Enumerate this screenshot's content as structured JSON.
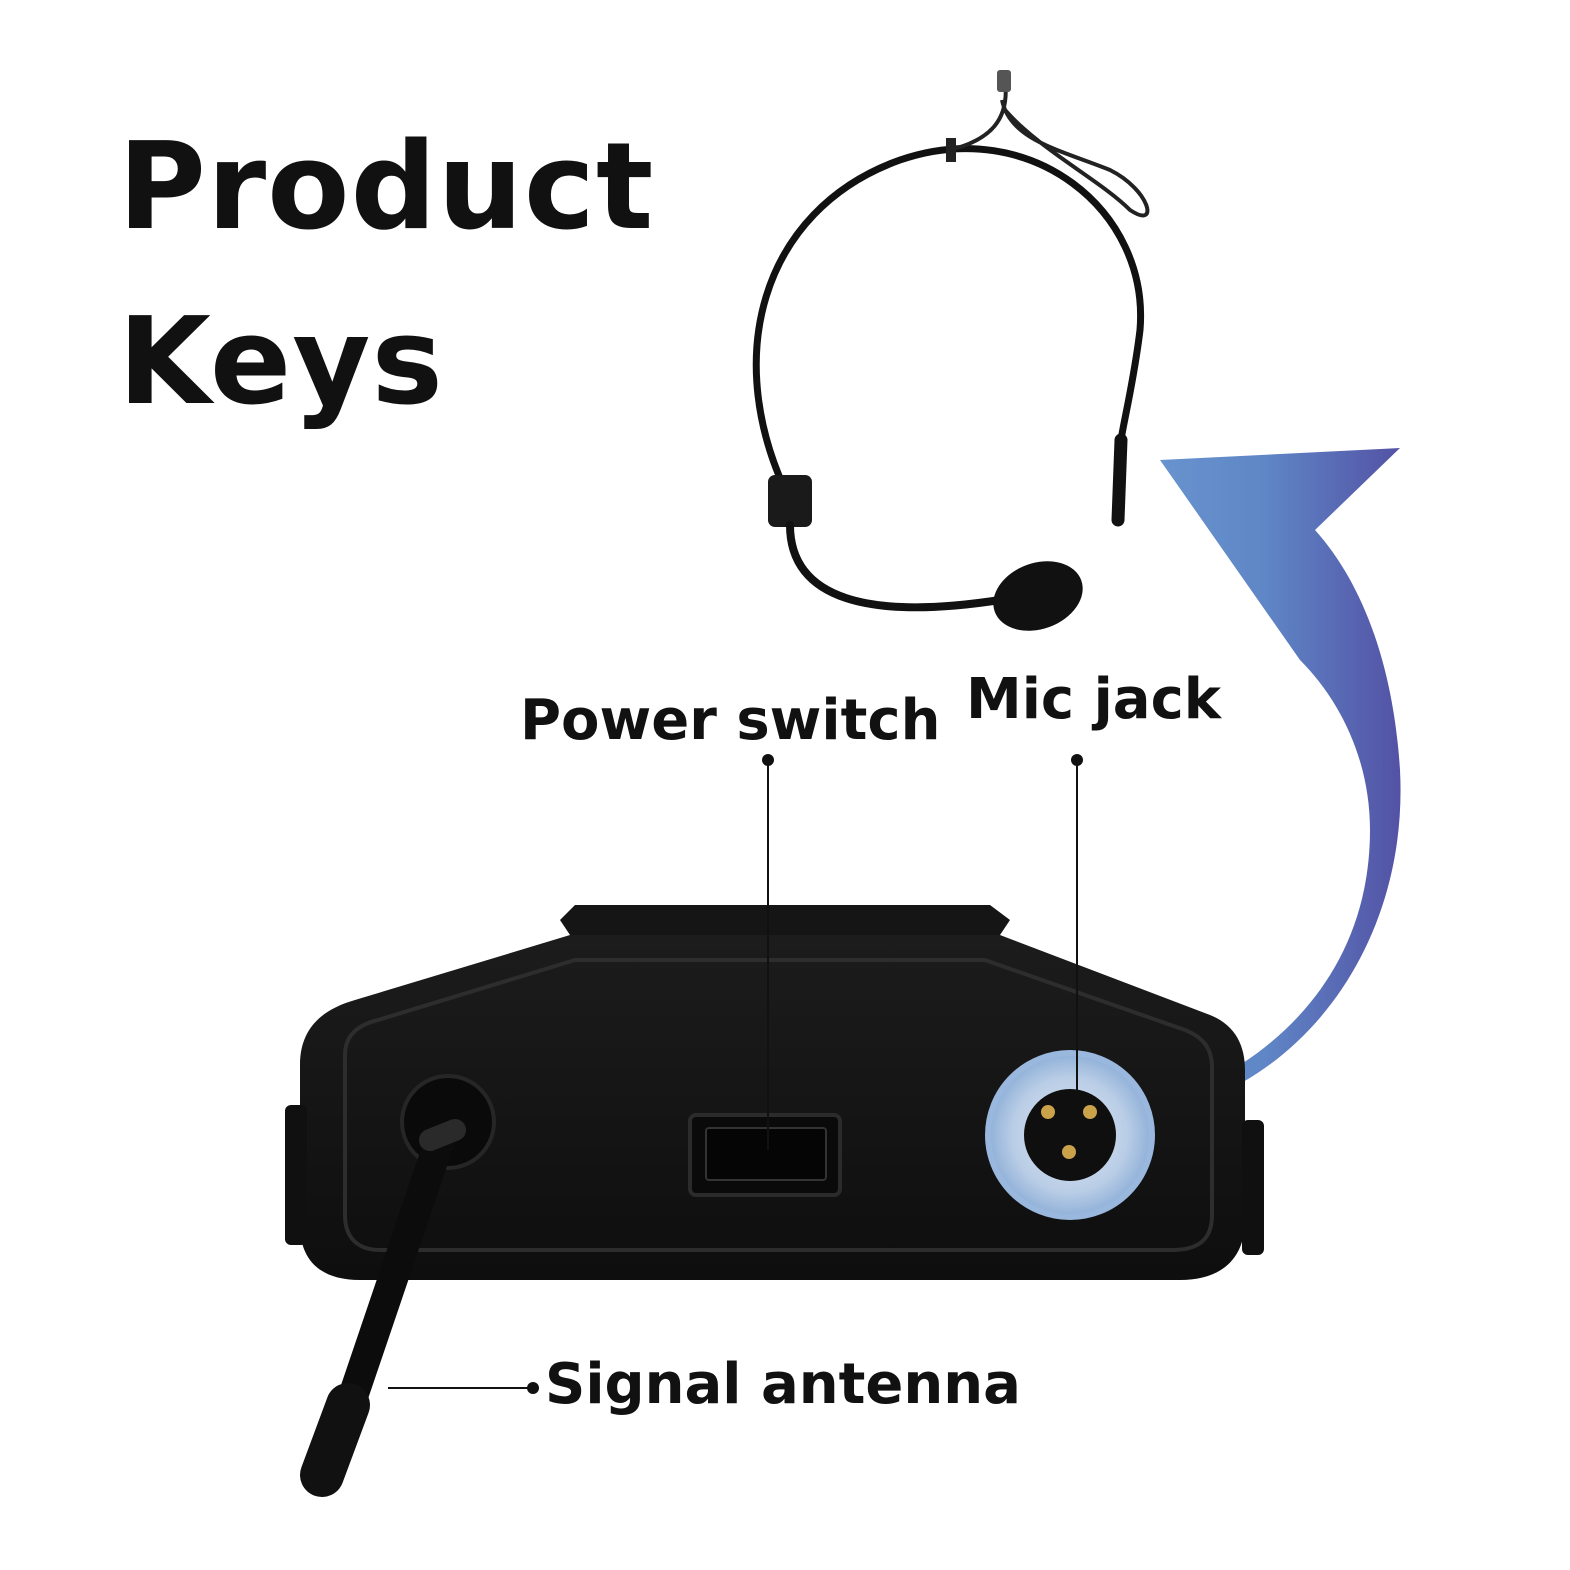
{
  "title": {
    "line1": "Product",
    "line2": "Keys"
  },
  "callouts": {
    "power_switch": "Power switch",
    "mic_jack": "Mic jack",
    "signal_antenna": "Signal antenna"
  },
  "colors": {
    "text": "#111111",
    "device_body": "#141414",
    "arrow_light": "#6d9bd3",
    "arrow_dark": "#5352a5",
    "pins": "#c9a24a"
  }
}
